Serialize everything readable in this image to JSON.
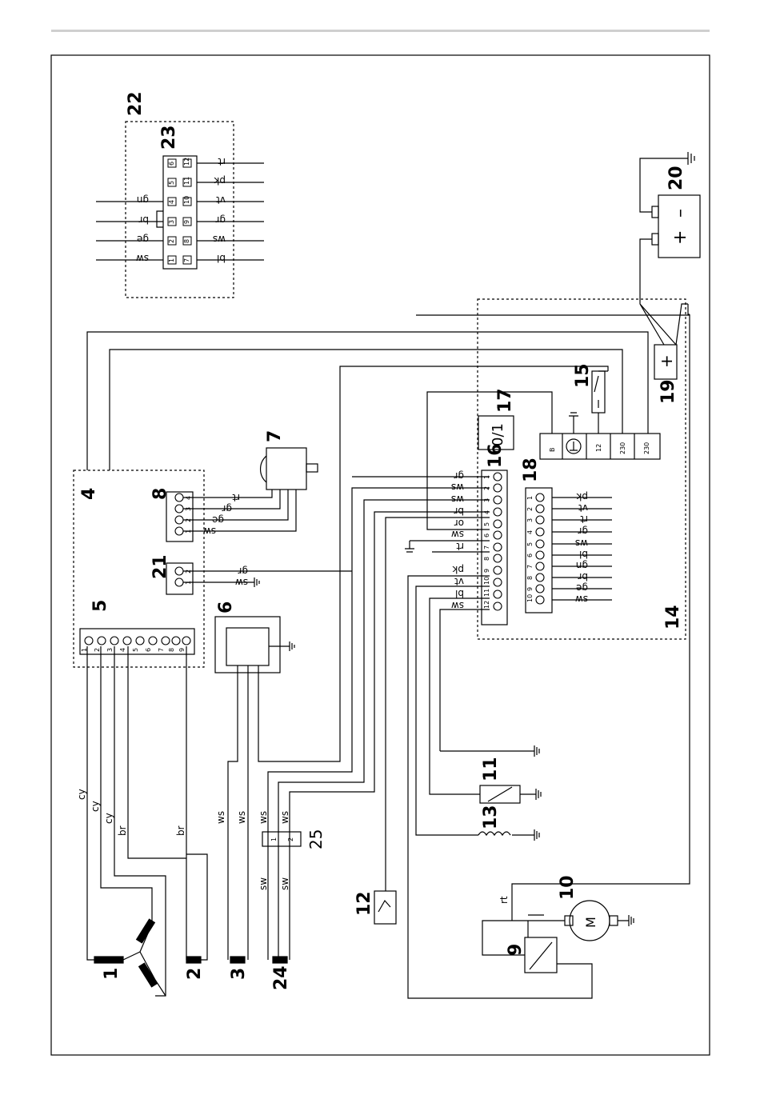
{
  "components": {
    "c1": "1",
    "c2": "2",
    "c3": "3",
    "c4": "4",
    "c5": "5",
    "c6": "6",
    "c7": "7",
    "c8": "8",
    "c9": "9",
    "c10": "10",
    "c11": "11",
    "c12": "12",
    "c13": "13",
    "c14": "14",
    "c15": "15",
    "c16": "16",
    "c17": "17",
    "c18": "18",
    "c19": "19",
    "c20": "20",
    "c21": "21",
    "c22": "22",
    "c23": "23",
    "c24": "24",
    "c25": "25"
  },
  "motor_letter": "M",
  "switch_17_symbol": "0/1",
  "battery_minus": "–",
  "battery_plus": "+",
  "relay19_plus": "+",
  "wire_colors": {
    "cy": "cy",
    "br": "br",
    "ws": "ws",
    "sw": "sw",
    "gr": "gr",
    "ge": "ge",
    "rt": "rt",
    "pk": "pk",
    "vt": "vt",
    "bl": "bl",
    "gn": "gn",
    "or": "or"
  },
  "connector23": {
    "left_pins": [
      "1",
      "2",
      "3",
      "4",
      "5",
      "6"
    ],
    "right_pins": [
      "7",
      "8",
      "9",
      "10",
      "11",
      "12"
    ],
    "left_labels": [
      "sw",
      "ge",
      "br",
      "gn"
    ],
    "right_labels": [
      "bl",
      "ws",
      "gr",
      "vt",
      "pk",
      "rt"
    ]
  },
  "block16_pins": [
    "1",
    "2",
    "3",
    "4",
    "5",
    "6",
    "7",
    "8",
    "9",
    "10",
    "11",
    "12"
  ],
  "block16_labels": [
    "gr",
    "ws",
    "ws",
    "br",
    "or",
    "sw",
    "rt",
    "pk",
    "vt",
    "bl",
    "sw"
  ],
  "block18_pins": [
    "1",
    "2",
    "3",
    "4",
    "5",
    "6",
    "7",
    "8",
    "9",
    "10"
  ],
  "block18_labels": [
    "pk",
    "vt",
    "rt",
    "gr",
    "ws",
    "bl",
    "gn",
    "br",
    "ge",
    "sw"
  ],
  "block5_pins": [
    "1",
    "2",
    "3",
    "4",
    "5",
    "6",
    "7",
    "8",
    "9"
  ],
  "block8_pins": [
    "1",
    "2",
    "3",
    "4"
  ],
  "block8_labels": [
    "rt",
    "gr",
    "ge",
    "sw"
  ],
  "block21_pins": [
    "1",
    "2"
  ],
  "block21_labels": [
    "gr",
    "sw"
  ],
  "terminal_strip": [
    "B",
    "12",
    "230",
    "230"
  ],
  "relay9_label": "rt",
  "fuse25_pins": [
    "1",
    "2"
  ]
}
